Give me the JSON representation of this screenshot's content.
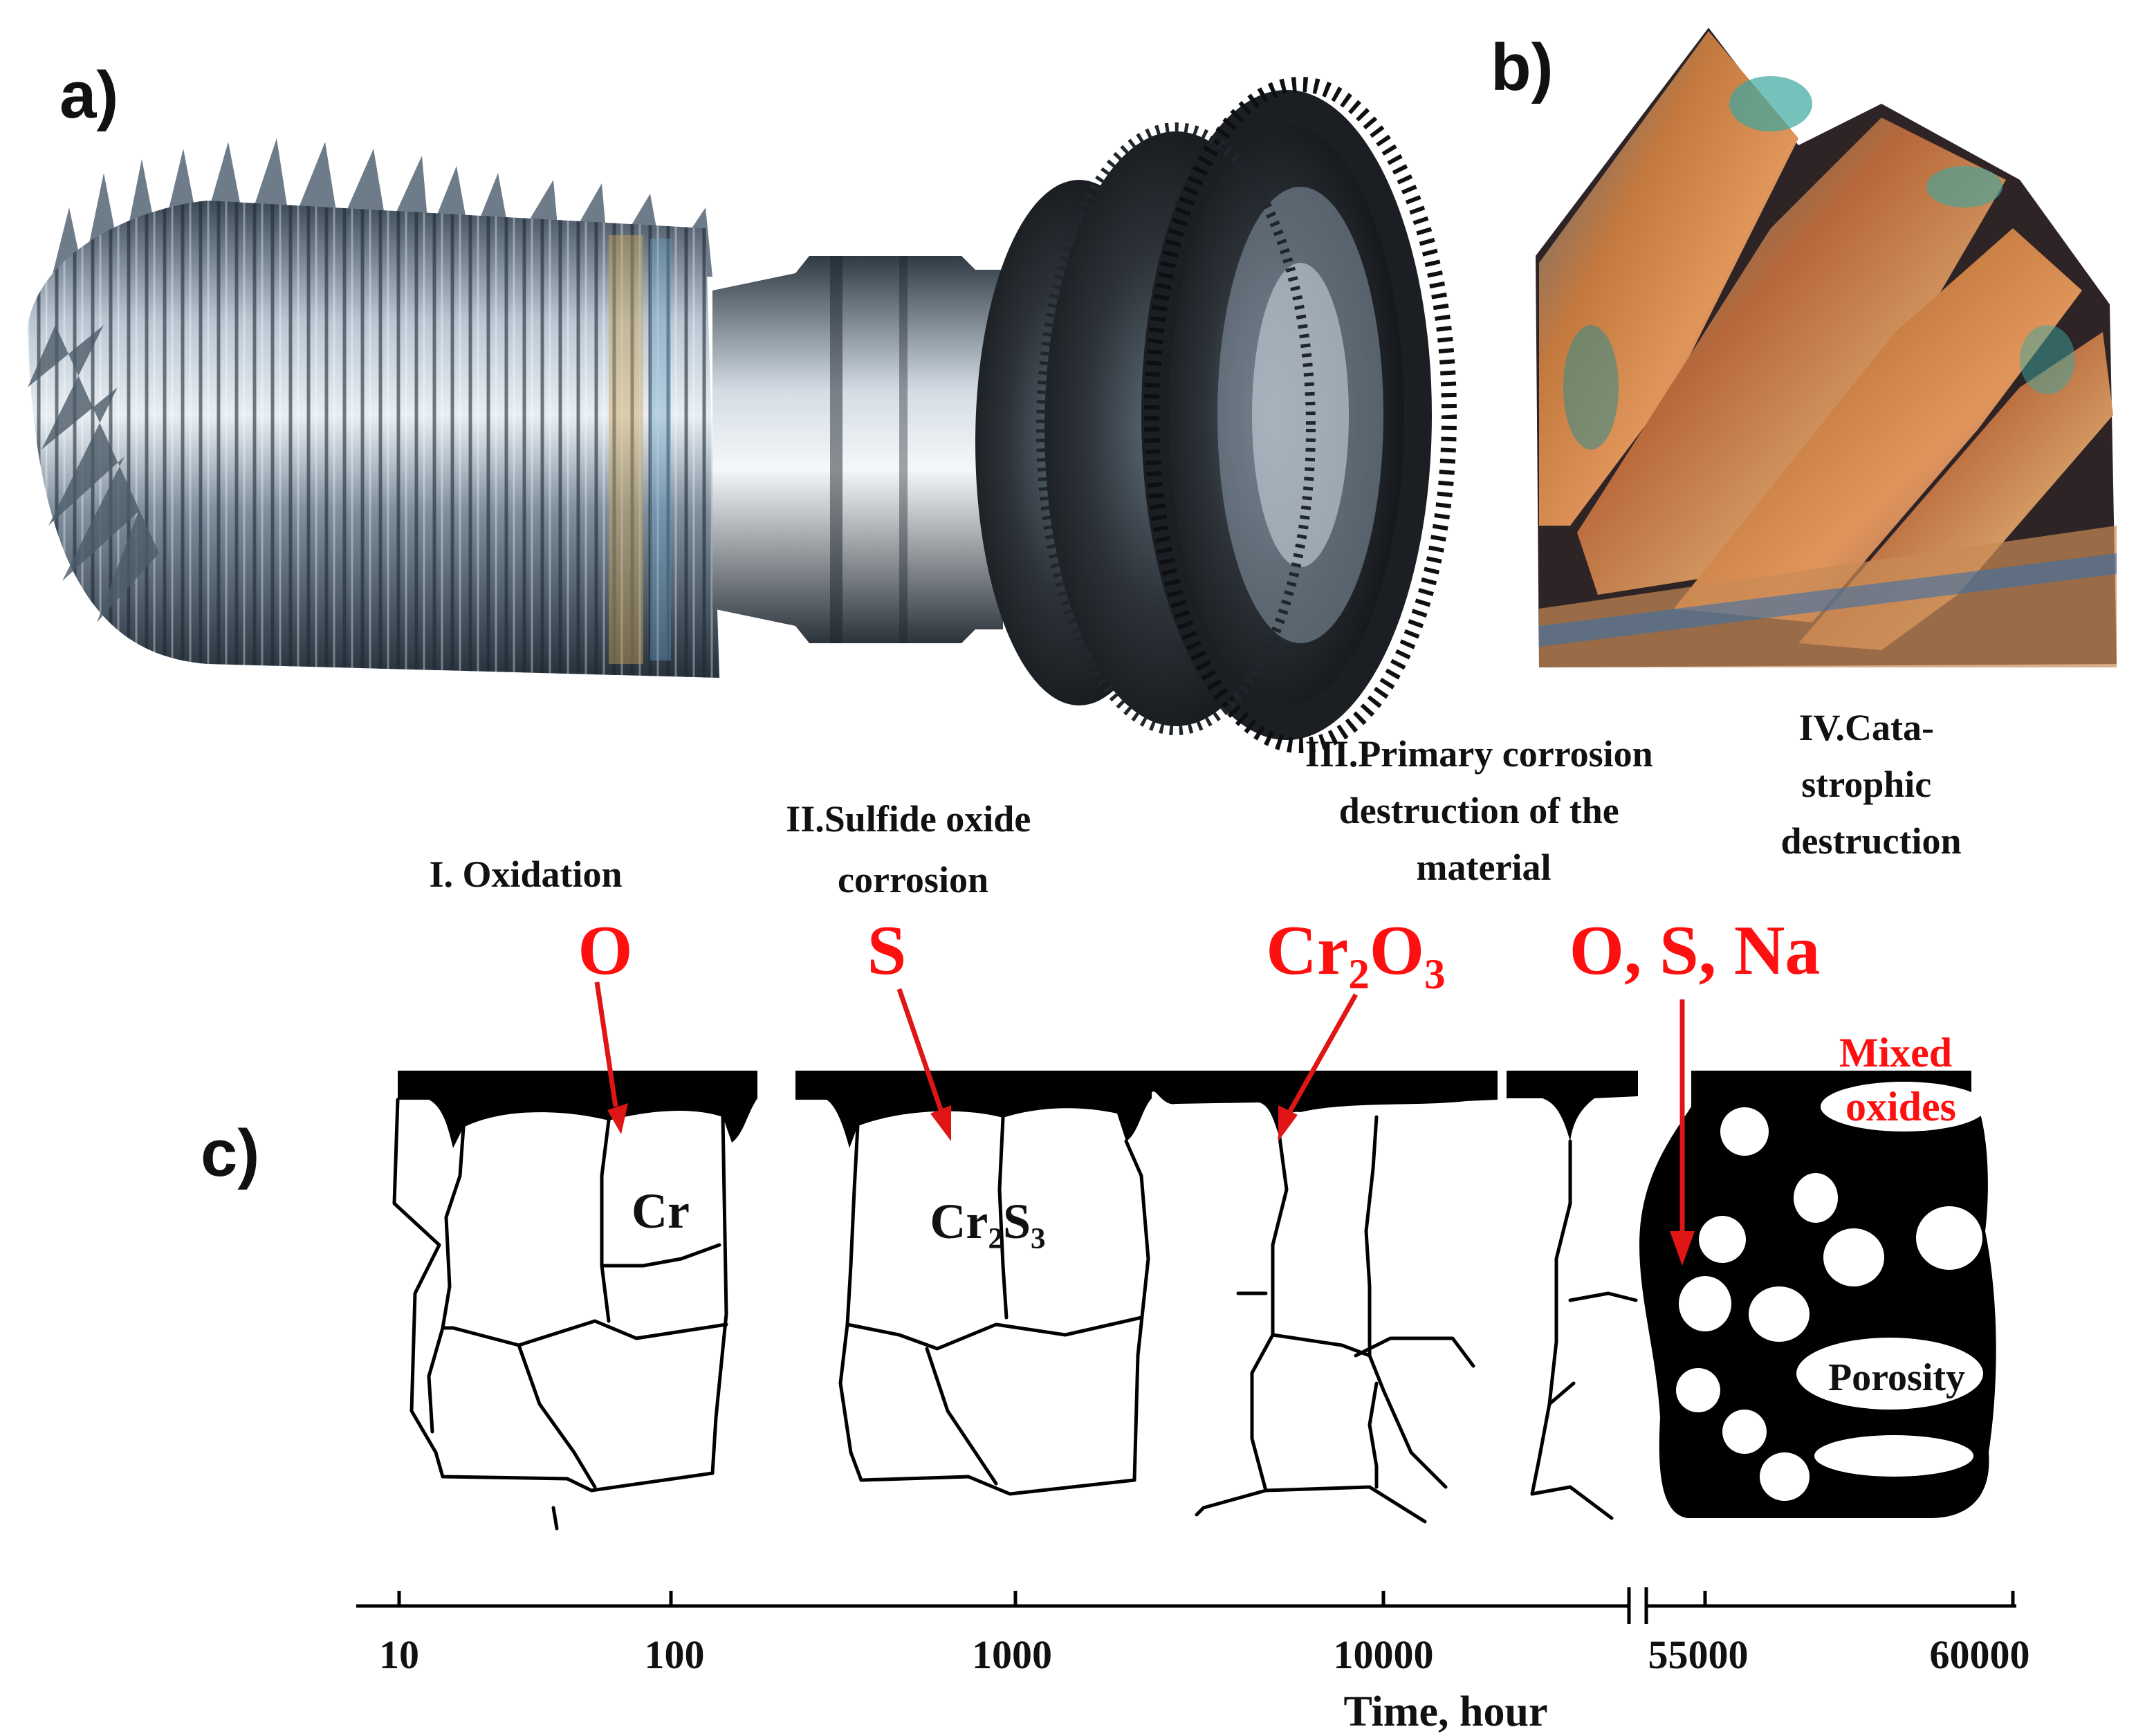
{
  "panels": {
    "a": {
      "label": "a)"
    },
    "b": {
      "label": "b)"
    },
    "c": {
      "label": "c)"
    }
  },
  "stages": [
    {
      "lines": [
        "I. Oxidation"
      ]
    },
    {
      "lines": [
        "II.Sulfide oxide",
        "corrosion"
      ]
    },
    {
      "lines": [
        "III.Primary corrosion",
        "destruction of the",
        "material"
      ]
    },
    {
      "lines": [
        "IV.Cata-",
        "strophic",
        "destruction"
      ]
    }
  ],
  "agents": [
    "O",
    "S",
    "Cr₂O₃",
    "O, S, Na"
  ],
  "phase_labels": {
    "cr": "Cr",
    "cr2s3": "Cr₂S₃",
    "mixed_line1": "Mixed",
    "mixed_line2": "oxides",
    "porosity": "Porosity"
  },
  "axis": {
    "ticks": [
      "10",
      "100",
      "1000",
      "10000",
      "55000",
      "60000"
    ],
    "title": "Time, hour"
  },
  "colors": {
    "arrow": "#e01515",
    "agent_text": "#ff1010",
    "scale": "#000000"
  }
}
